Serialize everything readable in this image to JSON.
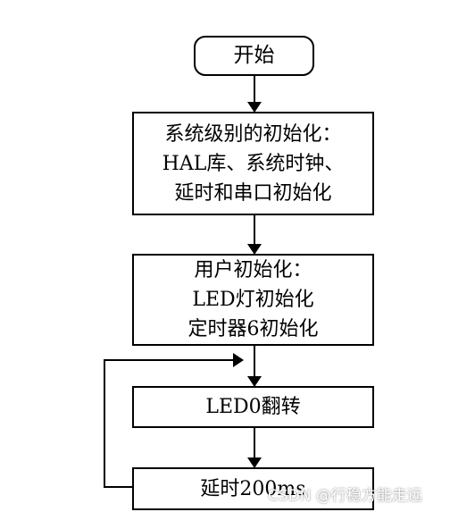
{
  "flowchart": {
    "start": "开始",
    "step1": [
      "系统级别的初始化：",
      "HAL库、系统时钟、",
      "延时和串口初始化"
    ],
    "step2": [
      "用户初始化：",
      "LED灯初始化",
      "定时器6初始化"
    ],
    "step3": "LED0翻转",
    "step4": "延时200ms"
  },
  "watermark": "CSDN @行稳方能走远"
}
